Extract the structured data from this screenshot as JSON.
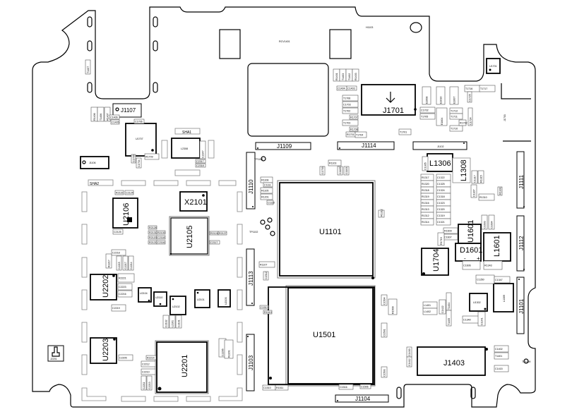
{
  "board": {
    "labels": {
      "rcv": "RCV1401",
      "h1103": "H1103",
      "sha1": "SHA1",
      "sha2": "SHA2",
      "tp1108": "TP1108",
      "tp1102": "TP1102",
      "tp1109": "TP1109",
      "j1703": "J1703"
    },
    "major": {
      "U1101": "U1101",
      "U1501": "U1501",
      "U2201": "U2201",
      "U2105": "U2105",
      "U2106": "U2106",
      "U2202": "U2202",
      "U2203": "U2203",
      "U1707": "U1707",
      "U1704": "U1704",
      "U1601": "U1601",
      "D1601": "D1601",
      "L1601": "L1601",
      "L1306": "L1306",
      "L1308": "L1308",
      "L2308": "L2308",
      "X2101": "X2101",
      "J1701": "J1701",
      "J1403": "J1403",
      "J1107": "J1107",
      "J1106": "J1106",
      "J1109": "J1109",
      "J1114": "J1114",
      "J1102": "J1102",
      "J1110": "J1110",
      "J1111": "J1111",
      "J1112": "J1112",
      "J1113": "J1113",
      "J1101": "J1101",
      "J1103": "J1103",
      "J1104": "J1104",
      "J2201": "J2201",
      "U1302": "U1302",
      "L1309": "L1309",
      "U1701": "U1701",
      "U2104": "U2104",
      "U2110": "U2110",
      "U2102": "U2102",
      "U2101": "U2101",
      "U2103": "U2103"
    },
    "d1601_marks": {
      "minus": "-",
      "plus": "+"
    },
    "small_parts": [
      "T1407",
      "R1406",
      "T1406",
      "R1407",
      "C1406",
      "C1405",
      "C1706",
      "C1705",
      "C1704",
      "R1709",
      "C2347",
      "C2317",
      "C2318",
      "R1401",
      "T1403",
      "T1402",
      "R1403",
      "C1404",
      "C1403",
      "T1706",
      "C1703",
      "T1702",
      "R1707",
      "T1703",
      "R1708",
      "R1701",
      "T1704",
      "E1608",
      "E1610",
      "E1607",
      "C1702",
      "T1705",
      "E1604",
      "T1712",
      "T1711",
      "T1710",
      "R1702",
      "C1734",
      "T1716",
      "T1717",
      "C1725",
      "T1701",
      "C1305",
      "R1317",
      "C1322",
      "R1320",
      "C1325",
      "R1318",
      "C1324",
      "R1319",
      "C1318",
      "R1316",
      "C1323",
      "R1313",
      "C1320",
      "R1312",
      "C1319",
      "R1314",
      "C1321",
      "C1317",
      "R1315",
      "C1307",
      "R1310",
      "R1301",
      "R1609",
      "C1607",
      "R1719",
      "C1606",
      "R1343",
      "C1603",
      "C1604",
      "C1350",
      "C1347",
      "L1401",
      "L1402",
      "C1422",
      "T1404",
      "T1405",
      "C1340",
      "C1341",
      "C1415",
      "T1401",
      "C1402",
      "R1509",
      "C1504",
      "C1501",
      "C1503",
      "C1506",
      "C1516",
      "C1510",
      "R1511",
      "R2115",
      "C2124",
      "C2125",
      "R2221",
      "C2223",
      "C2216",
      "C2219",
      "C2218",
      "C2215",
      "C2217",
      "C2214",
      "R2217",
      "C2205",
      "C2212",
      "C2210",
      "C2211",
      "C2213",
      "R2214",
      "C2102",
      "L2101",
      "C2101",
      "C2206",
      "R2201",
      "R1108",
      "C1111",
      "R1105",
      "R1201",
      "C1110",
      "R1107",
      "R1103",
      "C1703",
      "C1105",
      "C1103",
      "R2124",
      "R2127",
      "C2117",
      "R2128",
      "R2131",
      "R2130",
      "R2120",
      "R2121",
      "C2118",
      "C2116",
      "R1312",
      "C1512",
      "C1513",
      "R1510",
      "C1430",
      "C1412"
    ]
  }
}
